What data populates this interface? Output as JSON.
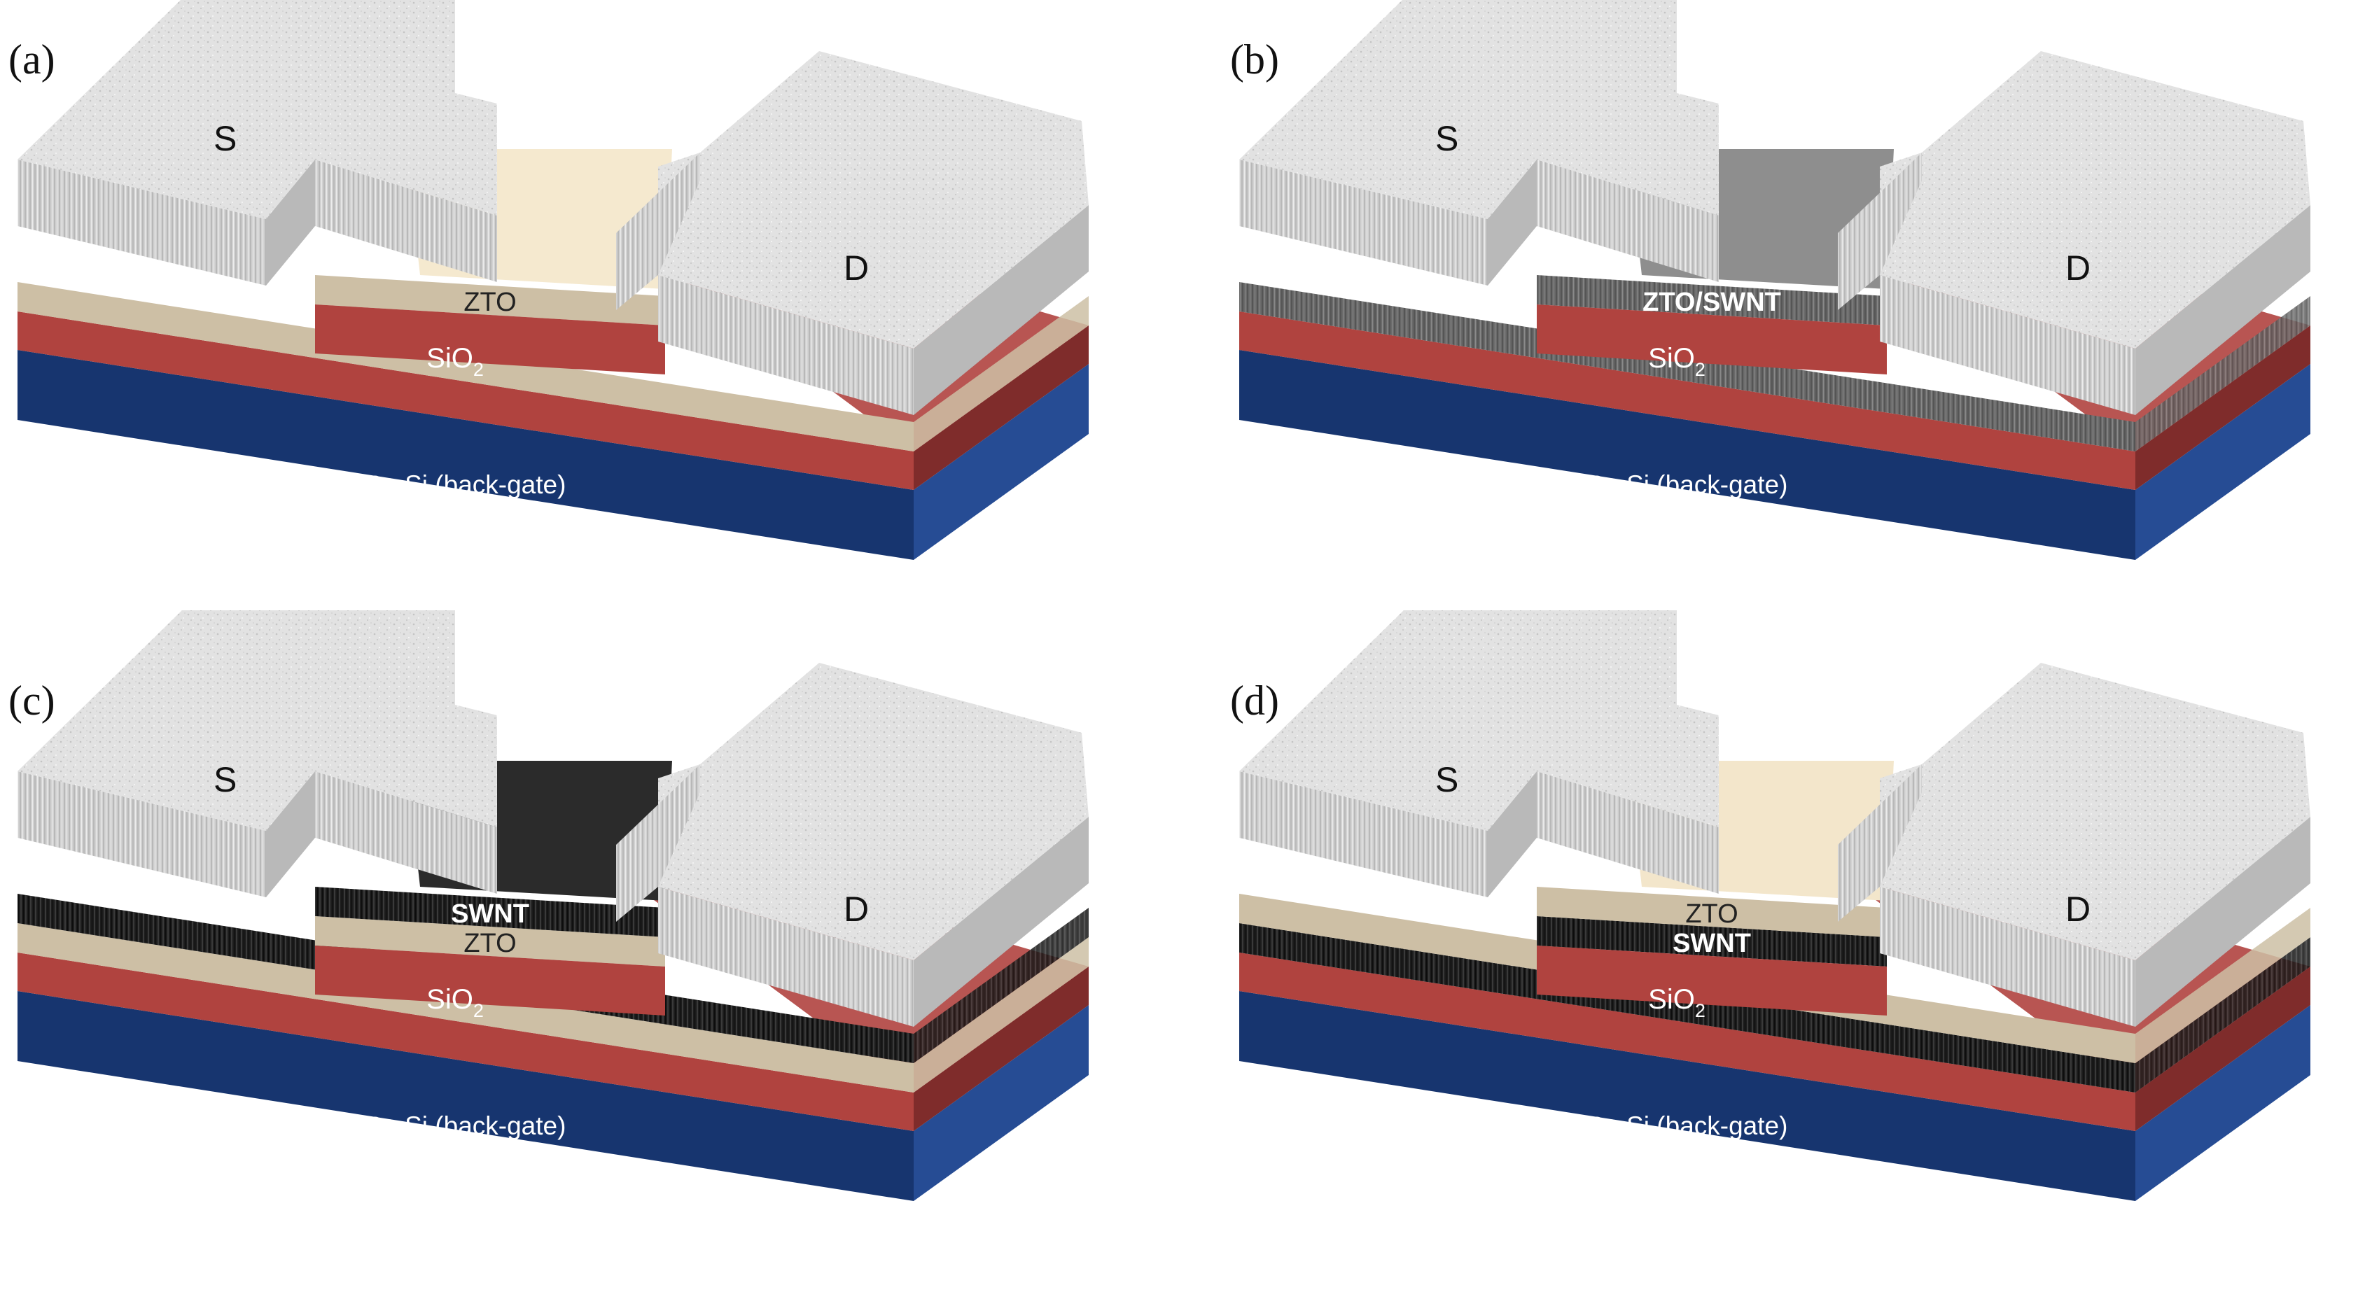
{
  "panels": [
    {
      "letter": "(a)",
      "source": "S",
      "drain": "D",
      "sio2": "SiO",
      "sio2_sub": "2",
      "substrate": "P+ Si (back-gate)",
      "stack": [
        {
          "label": "ZTO",
          "color": "#cdbfa5"
        }
      ],
      "channel_top_color": "#f5e9cf"
    },
    {
      "letter": "(b)",
      "source": "S",
      "drain": "D",
      "sio2": "SiO",
      "sio2_sub": "2",
      "substrate": "P+ Si (back-gate)",
      "stack": [
        {
          "label": "ZTO/SWNT",
          "color": "#5d5d5d"
        }
      ],
      "channel_top_color": "#8e8e8e"
    },
    {
      "letter": "(c)",
      "source": "S",
      "drain": "D",
      "sio2": "SiO",
      "sio2_sub": "2",
      "substrate": "P+ Si (back-gate)",
      "stack": [
        {
          "label": "ZTO",
          "color": "#cdbfa5"
        },
        {
          "label": "SWNT",
          "color": "#1c1c1c"
        }
      ],
      "channel_top_color": "#2b2b2b"
    },
    {
      "letter": "(d)",
      "source": "S",
      "drain": "D",
      "sio2": "SiO",
      "sio2_sub": "2",
      "substrate": "P+ Si (back-gate)",
      "stack": [
        {
          "label": "SWNT",
          "color": "#1c1c1c"
        },
        {
          "label": "ZTO",
          "color": "#cdbfa5"
        }
      ],
      "channel_top_color": "#f3e6cb"
    }
  ],
  "colors": {
    "substrate_front": "#17356f",
    "substrate_side": "#264c94",
    "substrate_top": "#3a64b0",
    "oxide": "#b0433f",
    "oxide_side": "#7f2c2b",
    "electrode_top": "#e4e4e4",
    "electrode_front": "#cfcfcf",
    "electrode_side": "#b9b9b9"
  }
}
